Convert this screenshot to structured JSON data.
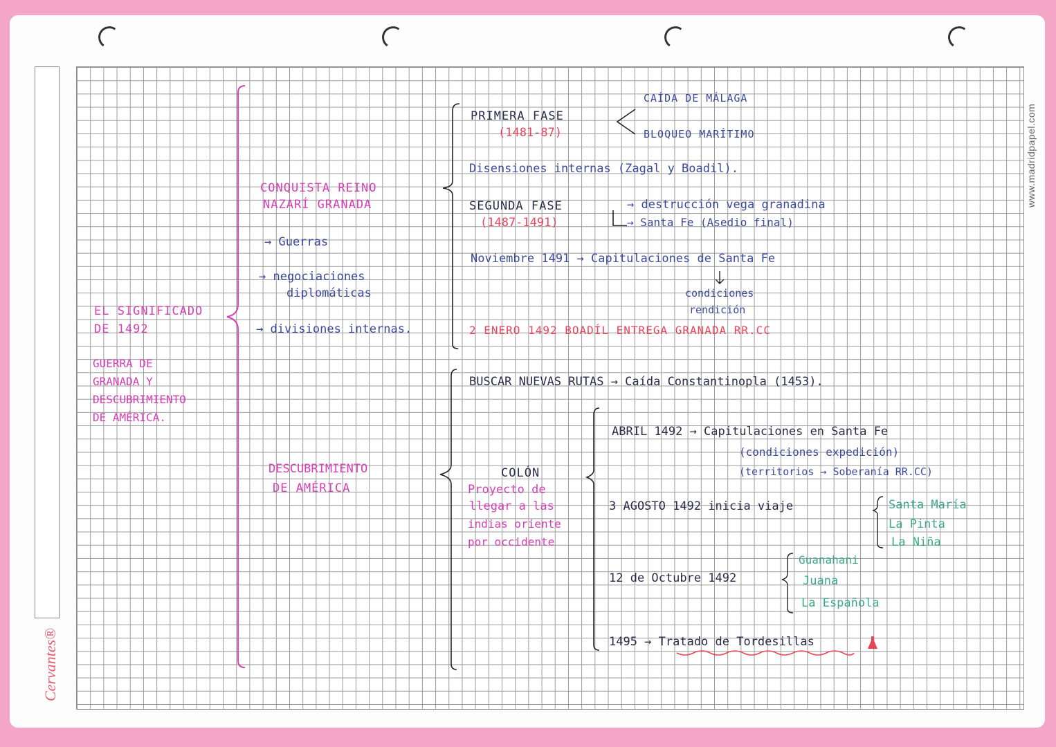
{
  "brand": {
    "name": "Cervantes",
    "website": "www.madridpapel.com"
  },
  "colors": {
    "sheet_border": "#f4a6c6",
    "ink_pink": "#d63fb6",
    "ink_red": "#e8455a",
    "ink_dark": "#2b2b4a",
    "ink_green": "#3aaa88"
  },
  "root": {
    "title": [
      "EL SIGNIFICADO",
      "DE 1492"
    ],
    "subtitle": [
      "GUERRA DE",
      "GRANADA Y",
      "DESCUBRIMIENTO",
      "DE AMÉRICA."
    ]
  },
  "conquista": {
    "heading": [
      "CONQUISTA REINO",
      "NAZARÍ GRANADA"
    ],
    "items": [
      "→ Guerras",
      "→ negociaciones",
      "diplomáticas",
      "→ divisiones internas."
    ]
  },
  "fases": {
    "primera": {
      "label": "PRIMERA FASE",
      "years": "(1481-87)",
      "a": "CAÍDA DE MÁLAGA",
      "b": "BLOQUEO MARÍTIMO"
    },
    "disensiones": "Disensiones internas (Zagal y Boadil).",
    "segunda": {
      "label": "SEGUNDA FASE",
      "years": "(1487-1491)",
      "a": "→ destrucción vega granadina",
      "b": "→ Santa Fe (Asedio final)"
    },
    "noviembre": "Noviembre 1491 → Capitulaciones de Santa Fe",
    "condiciones": [
      "condiciones",
      "rendición"
    ],
    "enero": "2 ENERO 1492 BOADÍL ENTREGA GRANADA RR.CC"
  },
  "descubrimiento": {
    "heading": [
      "DESCUBRIMIENTO",
      "DE AMÉRICA"
    ],
    "rutas": "BUSCAR NUEVAS RUTAS → Caída Constantinopla (1453).",
    "colon": {
      "name": "COLÓN",
      "proyecto": [
        "Proyecto de",
        "llegar a las",
        "indias oriente",
        "por occidente"
      ]
    },
    "abril": [
      "ABRIL 1492 → Capitulaciones en Santa Fe",
      "(condiciones expedición)",
      "(territorios → Soberanía RR.CC)"
    ],
    "agosto": "3 AGOSTO 1492 inicia viaje",
    "barcos": [
      "Santa María",
      "La Pinta",
      "La Niña"
    ],
    "octubre": "12 de Octubre 1492",
    "lugares": [
      "Guanahani",
      "Juana",
      "La Española"
    ],
    "tratado": "1495 → Tratado de Tordesillas"
  }
}
